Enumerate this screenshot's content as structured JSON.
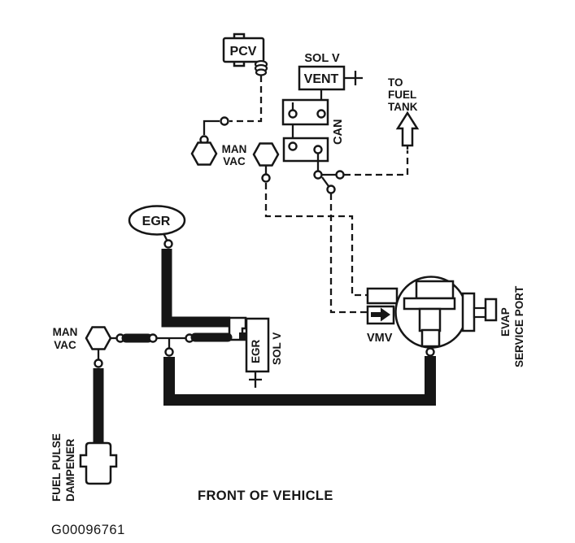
{
  "diagram": {
    "kind": "engine-vacuum-hose-routing",
    "front_label": "FRONT OF VEHICLE",
    "figure_id": "G00096761"
  },
  "components": {
    "pcv": {
      "label": "PCV"
    },
    "vent_solenoid": {
      "name": "SOL V",
      "label": "VENT"
    },
    "canister": {
      "label": "CAN"
    },
    "man_vac_top": {
      "lines": [
        "MAN",
        "VAC"
      ]
    },
    "man_vac_left": {
      "lines": [
        "MAN",
        "VAC"
      ]
    },
    "fuel_tank": {
      "lines": [
        "TO",
        "FUEL",
        "TANK"
      ]
    },
    "egr_valve": {
      "label": "EGR"
    },
    "egr_solenoid": {
      "lines": [
        "EGR",
        "SOL V"
      ]
    },
    "vmv": {
      "label": "VMV"
    },
    "evap_service_port": {
      "lines": [
        "EVAP",
        "SERVICE PORT"
      ]
    },
    "fuel_pulse_dampener": {
      "lines": [
        "FUEL PULSE",
        "DAMPENER"
      ]
    }
  },
  "colors": {
    "ink": "#161616",
    "background": "#ffffff"
  }
}
